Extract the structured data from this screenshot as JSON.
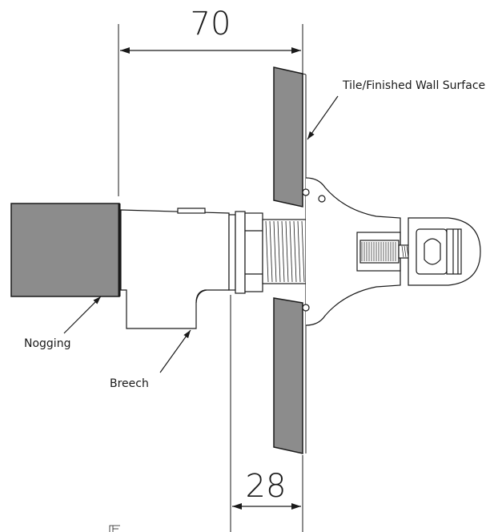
{
  "dimensions": {
    "overall": "70",
    "finished_wall": "28"
  },
  "labels": {
    "tile_surface": "Tile/Finished Wall Surface",
    "nogging": "Nogging",
    "breech": "Breech"
  },
  "colors": {
    "line": "#1a1a1a",
    "fill_grey": "#8c8c8c",
    "background": "#ffffff"
  }
}
